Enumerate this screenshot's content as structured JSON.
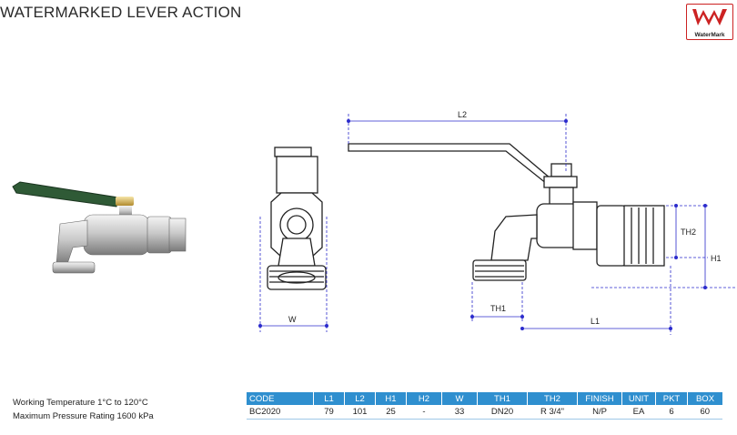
{
  "header": {
    "title": "WATERMARKED LEVER ACTION"
  },
  "logo": {
    "text": "WaterMark",
    "color": "#cc2222"
  },
  "dimensions": {
    "L2": "L2",
    "TH2": "TH2",
    "H1": "H1",
    "W": "W",
    "TH1": "TH1",
    "L1": "L1"
  },
  "specs": {
    "working_temp": "Working Temperature  1°C to 120°C",
    "max_pressure": "Maximum Pressure Rating  1600 kPa"
  },
  "table": {
    "accent": "#2f8fcf",
    "headers": [
      "CODE",
      "L1",
      "L2",
      "H1",
      "H2",
      "W",
      "TH1",
      "TH2",
      "FINISH",
      "UNIT",
      "PKT",
      "BOX"
    ],
    "row": [
      "BC2020",
      "79",
      "101",
      "25",
      "-",
      "33",
      "DN20",
      "R 3/4\"",
      "N/P",
      "EA",
      "6",
      "60"
    ]
  }
}
